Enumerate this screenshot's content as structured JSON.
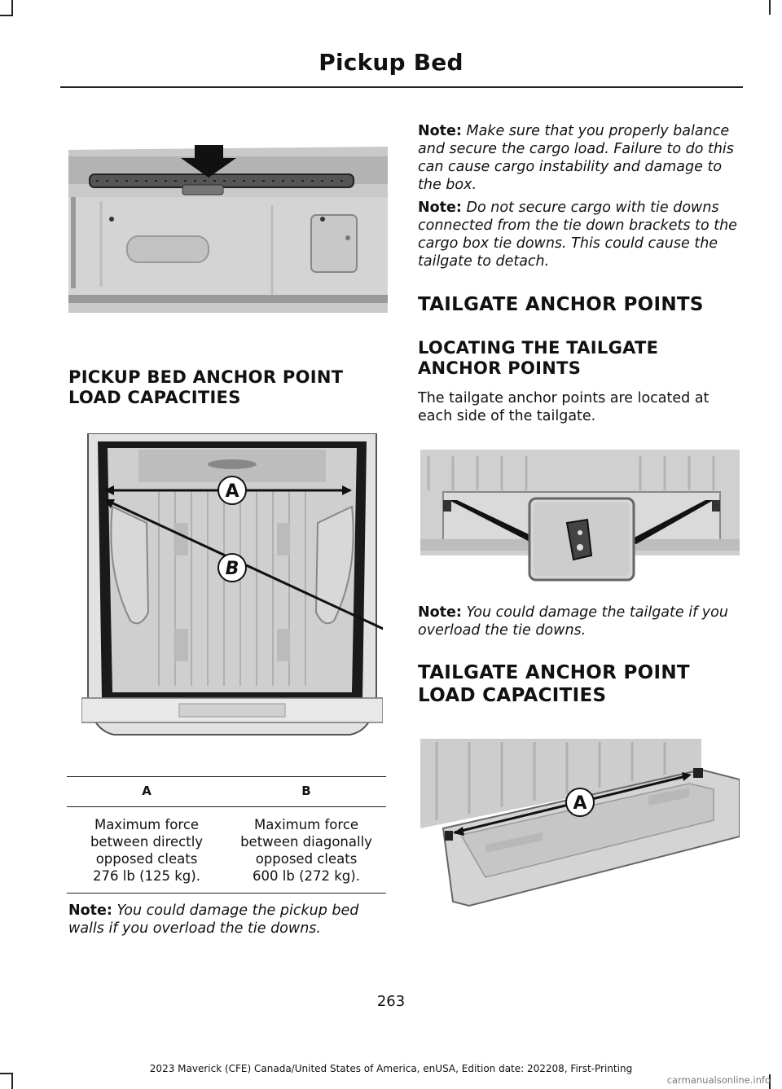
{
  "header": {
    "title": "Pickup Bed"
  },
  "sections": {
    "bed_capacities_heading": "PICKUP BED ANCHOR POINT LOAD CAPACITIES",
    "table": {
      "headers": [
        "A",
        "B"
      ],
      "cells": [
        [
          "Maximum force",
          "between directly",
          "opposed cleats",
          "276 lb (125 kg)."
        ],
        [
          "Maximum force",
          "between diagonally",
          "opposed cleats",
          "600 lb (272 kg)."
        ]
      ]
    },
    "note_bed_walls": {
      "label": "Note:",
      "text": "You could damage the pickup bed walls if you overload the tie downs."
    },
    "note_balance": {
      "label": "Note:",
      "text": "Make sure that you properly balance and secure the cargo load. Failure to do this can cause cargo instability and damage to the box."
    },
    "note_detach": {
      "label": "Note:",
      "text": "Do not secure cargo with tie downs connected from the tie down brackets to the cargo box tie downs. This could cause the tailgate to detach."
    },
    "tailgate_heading": "TAILGATE ANCHOR POINTS",
    "locating_heading": "LOCATING THE TAILGATE ANCHOR POINTS",
    "locating_text": "The tailgate anchor points are located at each side of the tailgate.",
    "note_tailgate_damage": {
      "label": "Note:",
      "text": "You could damage the tailgate if you overload the tie downs."
    },
    "tailgate_capacities_heading": "TAILGATE ANCHOR POINT LOAD CAPACITIES"
  },
  "figures": {
    "bed_callouts": [
      "A",
      "B"
    ],
    "tailgate_callout": "A"
  },
  "page_number": "263",
  "footer": "2023 Maverick (CFE) Canada/United States of America, enUSA, Edition date: 202208, First-Printing",
  "watermark": "carmanualsonline.info"
}
